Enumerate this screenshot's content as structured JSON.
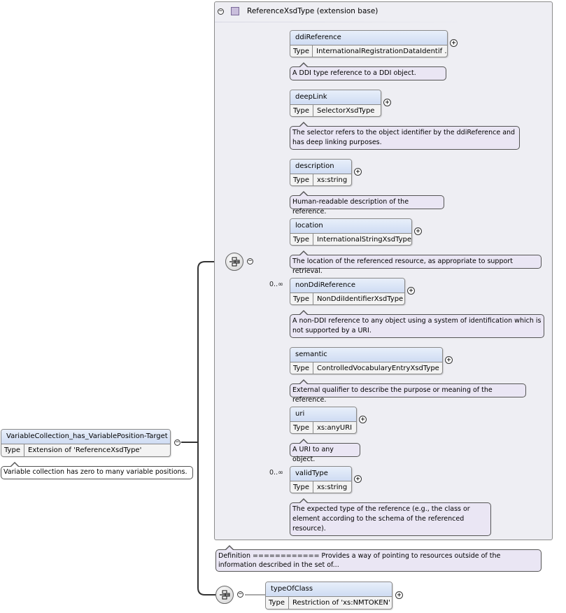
{
  "root": {
    "name": "VariableCollection_has_VariablePosition-Target",
    "type_label": "Type",
    "type_value": "Extension of 'ReferenceXsdType'",
    "description": "Variable collection has zero to many variable positions."
  },
  "group": {
    "title": "ReferenceXsdType (extension base)",
    "collapse_glyph": "⊖"
  },
  "elements": [
    {
      "name": "ddiReference",
      "type_label": "Type",
      "type_value": "InternationalRegistrationDataIdentif ...",
      "description": "A DDI type reference to a DDI object.",
      "cardinality": ""
    },
    {
      "name": "deepLink",
      "type_label": "Type",
      "type_value": "SelectorXsdType",
      "description": "The selector refers to the object identifier by the ddiReference and has deep linking purposes.",
      "cardinality": ""
    },
    {
      "name": "description",
      "type_label": "Type",
      "type_value": "xs:string",
      "description": "Human-readable description of the reference.",
      "cardinality": ""
    },
    {
      "name": "location",
      "type_label": "Type",
      "type_value": "InternationalStringXsdType",
      "description": "The location of the referenced resource, as appropriate to support retrieval.",
      "cardinality": ""
    },
    {
      "name": "nonDdiReference",
      "type_label": "Type",
      "type_value": "NonDdiIdentifierXsdType",
      "description": "A non-DDI reference to any object using a system of identification which is not supported by a URI.",
      "cardinality": "0..∞"
    },
    {
      "name": "semantic",
      "type_label": "Type",
      "type_value": "ControlledVocabularyEntryXsdType",
      "description": "External qualifier to describe the purpose or meaning of the reference.",
      "cardinality": ""
    },
    {
      "name": "uri",
      "type_label": "Type",
      "type_value": "xs:anyURI",
      "description": "A URI to any object.",
      "cardinality": ""
    },
    {
      "name": "validType",
      "type_label": "Type",
      "type_value": "xs:string",
      "description": "The expected type of the reference (e.g., the class or element according to the schema of the referenced resource).",
      "cardinality": "0..∞"
    }
  ],
  "definition": "Definition ============ Provides a way of pointing to resources outside of the information described in the set of...",
  "typeOfClass": {
    "name": "typeOfClass",
    "type_label": "Type",
    "type_value": "Restriction of 'xs:NMTOKEN'"
  },
  "glyphs": {
    "expand": "+",
    "collapse": "−"
  },
  "icons": [
    "sequence-compositor-icon",
    "complex-type-icon"
  ]
}
